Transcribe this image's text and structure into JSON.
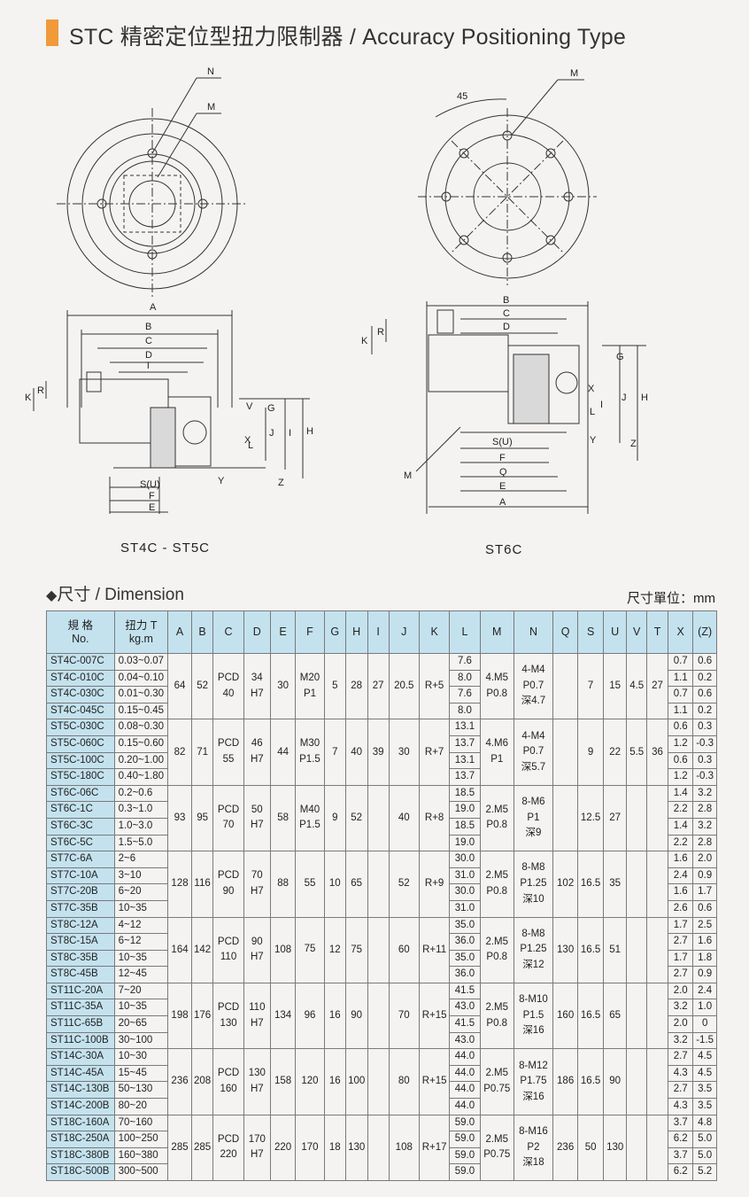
{
  "header": {
    "title": "STC 精密定位型扭力限制器 / Accuracy Positioning Type"
  },
  "drawings": {
    "left_caption": "ST4C - ST5C",
    "right_caption": "ST6C",
    "left_labels": {
      "N": "N",
      "M": "M",
      "A": "A",
      "B": "B",
      "C": "C",
      "D": "D",
      "T": "T",
      "K": "K",
      "R": "R",
      "V": "V",
      "G": "G",
      "H": "H",
      "I": "I",
      "J": "J",
      "L": "L",
      "X": "X",
      "Y": "Y",
      "Z": "Z",
      "SU": "S(U)",
      "F": "F",
      "E": "E"
    },
    "right_labels": {
      "angle": "45",
      "M": "M",
      "B": "B",
      "C": "C",
      "D": "D",
      "K": "K",
      "R": "R",
      "G": "G",
      "H": "H",
      "J": "J",
      "L": "L",
      "I": "I",
      "X": "X",
      "Y": "Y",
      "Z": "Z",
      "SU": "S(U)",
      "F": "F",
      "Q": "Q",
      "E": "E",
      "A": "A",
      "M2": "M"
    }
  },
  "dimension": {
    "section_title": "尺寸 / Dimension",
    "unit": "尺寸單位：mm",
    "headers": {
      "spec": "規 格",
      "no": "No.",
      "torque": "扭力 T",
      "torque_unit": "kg.m",
      "cols": [
        "A",
        "B",
        "C",
        "D",
        "E",
        "F",
        "G",
        "H",
        "I",
        "J",
        "K",
        "L",
        "M",
        "N",
        "Q",
        "S",
        "U",
        "V",
        "T",
        "X",
        "(Z)"
      ]
    },
    "groups": [
      {
        "models": [
          "ST4C-007C",
          "ST4C-010C",
          "ST4C-030C",
          "ST4C-045C"
        ],
        "torques": [
          "0.03~0.07",
          "0.04~0.10",
          "0.01~0.30",
          "0.15~0.45"
        ],
        "A": "64",
        "B": "52",
        "C": [
          "PCD",
          "40"
        ],
        "D": [
          "34",
          "H7"
        ],
        "E": "30",
        "F": [
          "M20",
          "P1"
        ],
        "G": "5",
        "H": "28",
        "I": "27",
        "J": "20.5",
        "K": "R+5",
        "L": [
          "7.6",
          "8.0",
          "7.6",
          "8.0"
        ],
        "M": [
          "4.M5",
          "P0.8"
        ],
        "N": [
          "4-M4",
          "P0.7",
          "深4.7"
        ],
        "Q": "",
        "S": "7",
        "U": "15",
        "V": "4.5",
        "T": "27",
        "X": [
          "0.7",
          "1.1",
          "0.7",
          "1.1"
        ],
        "Z": [
          "0.6",
          "0.2",
          "0.6",
          "0.2"
        ]
      },
      {
        "models": [
          "ST5C-030C",
          "ST5C-060C",
          "ST5C-100C",
          "ST5C-180C"
        ],
        "torques": [
          "0.08~0.30",
          "0.15~0.60",
          "0.20~1.00",
          "0.40~1.80"
        ],
        "A": "82",
        "B": "71",
        "C": [
          "PCD",
          "55"
        ],
        "D": [
          "46",
          "H7"
        ],
        "E": "44",
        "F": [
          "M30",
          "P1.5"
        ],
        "G": "7",
        "H": "40",
        "I": "39",
        "J": "30",
        "K": "R+7",
        "L": [
          "13.1",
          "13.7",
          "13.1",
          "13.7"
        ],
        "M": [
          "4.M6",
          "P1"
        ],
        "N": [
          "4-M4",
          "P0.7",
          "深5.7"
        ],
        "Q": "",
        "S": "9",
        "U": "22",
        "V": "5.5",
        "T": "36",
        "X": [
          "0.6",
          "1.2",
          "0.6",
          "1.2"
        ],
        "Z": [
          "0.3",
          "-0.3",
          "0.3",
          "-0.3"
        ]
      },
      {
        "models": [
          "ST6C-06C",
          "ST6C-1C",
          "ST6C-3C",
          "ST6C-5C"
        ],
        "torques": [
          "0.2~0.6",
          "0.3~1.0",
          "1.0~3.0",
          "1.5~5.0"
        ],
        "A": "93",
        "B": "95",
        "C": [
          "PCD",
          "70"
        ],
        "D": [
          "50",
          "H7"
        ],
        "E": "58",
        "F": [
          "M40",
          "P1.5"
        ],
        "G": "9",
        "H": "52",
        "I": "",
        "J": "40",
        "K": "R+8",
        "L": [
          "18.5",
          "19.0",
          "18.5",
          "19.0"
        ],
        "M": [
          "2.M5",
          "P0.8"
        ],
        "N": [
          "8-M6",
          "P1",
          "深9"
        ],
        "Q": "",
        "S": "12.5",
        "U": "27",
        "V": "",
        "T": "",
        "X": [
          "1.4",
          "2.2",
          "1.4",
          "2.2"
        ],
        "Z": [
          "3.2",
          "2.8",
          "3.2",
          "2.8"
        ]
      },
      {
        "models": [
          "ST7C-6A",
          "ST7C-10A",
          "ST7C-20B",
          "ST7C-35B"
        ],
        "torques": [
          "2~6",
          "3~10",
          "6~20",
          "10~35"
        ],
        "A": "128",
        "B": "116",
        "C": [
          "PCD",
          "90"
        ],
        "D": [
          "70",
          "H7"
        ],
        "E": "88",
        "F": [
          "55"
        ],
        "G": "10",
        "H": "65",
        "I": "",
        "J": "52",
        "K": "R+9",
        "L": [
          "30.0",
          "31.0",
          "30.0",
          "31.0"
        ],
        "M": [
          "2.M5",
          "P0.8"
        ],
        "N": [
          "8-M8",
          "P1.25",
          "深10"
        ],
        "Q": "102",
        "S": "16.5",
        "U": "35",
        "V": "",
        "T": "",
        "X": [
          "1.6",
          "2.4",
          "1.6",
          "2.6"
        ],
        "Z": [
          "2.0",
          "0.9",
          "1.7",
          "0.6"
        ]
      },
      {
        "models": [
          "ST8C-12A",
          "ST8C-15A",
          "ST8C-35B",
          "ST8C-45B"
        ],
        "torques": [
          "4~12",
          "6~12",
          "10~35",
          "12~45"
        ],
        "A": "164",
        "B": "142",
        "C": [
          "PCD",
          "110"
        ],
        "D": [
          "90",
          "H7"
        ],
        "E": "108",
        "F": [
          "75"
        ],
        "G": "12",
        "H": "75",
        "I": "",
        "J": "60",
        "K": "R+11",
        "L": [
          "35.0",
          "36.0",
          "35.0",
          "36.0"
        ],
        "M": [
          "2.M5",
          "P0.8"
        ],
        "N": [
          "8-M8",
          "P1.25",
          "深12"
        ],
        "Q": "130",
        "S": "16.5",
        "U": "51",
        "V": "",
        "T": "",
        "X": [
          "1.7",
          "2.7",
          "1.7",
          "2.7"
        ],
        "Z": [
          "2.5",
          "1.6",
          "1.8",
          "0.9"
        ]
      },
      {
        "models": [
          "ST11C-20A",
          "ST11C-35A",
          "ST11C-65B",
          "ST11C-100B"
        ],
        "torques": [
          "7~20",
          "10~35",
          "20~65",
          "30~100"
        ],
        "A": "198",
        "B": "176",
        "C": [
          "PCD",
          "130"
        ],
        "D": [
          "110",
          "H7"
        ],
        "E": "134",
        "F": [
          "96"
        ],
        "G": "16",
        "H": "90",
        "I": "",
        "J": "70",
        "K": "R+15",
        "L": [
          "41.5",
          "43.0",
          "41.5",
          "43.0"
        ],
        "M": [
          "2.M5",
          "P0.8"
        ],
        "N": [
          "8-M10",
          "P1.5",
          "深16"
        ],
        "Q": "160",
        "S": "16.5",
        "U": "65",
        "V": "",
        "T": "",
        "X": [
          "2.0",
          "3.2",
          "2.0",
          "3.2"
        ],
        "Z": [
          "2.4",
          "1.0",
          "0",
          "-1.5"
        ]
      },
      {
        "models": [
          "ST14C-30A",
          "ST14C-45A",
          "ST14C-130B",
          "ST14C-200B"
        ],
        "torques": [
          "10~30",
          "15~45",
          "50~130",
          "80~20"
        ],
        "A": "236",
        "B": "208",
        "C": [
          "PCD",
          "160"
        ],
        "D": [
          "130",
          "H7"
        ],
        "E": "158",
        "F": [
          "120"
        ],
        "G": "16",
        "H": "100",
        "I": "",
        "J": "80",
        "K": "R+15",
        "L": [
          "44.0",
          "44.0",
          "44.0",
          "44.0"
        ],
        "M": [
          "2.M5",
          "P0.75"
        ],
        "N": [
          "8-M12",
          "P1.75",
          "深16"
        ],
        "Q": "186",
        "S": "16.5",
        "U": "90",
        "V": "",
        "T": "",
        "X": [
          "2.7",
          "4.3",
          "2.7",
          "4.3"
        ],
        "Z": [
          "4.5",
          "4.5",
          "3.5",
          "3.5"
        ]
      },
      {
        "models": [
          "ST18C-160A",
          "ST18C-250A",
          "ST18C-380B",
          "ST18C-500B"
        ],
        "torques": [
          "70~160",
          "100~250",
          "160~380",
          "300~500"
        ],
        "A": "285",
        "B": "285",
        "C": [
          "PCD",
          "220"
        ],
        "D": [
          "170",
          "H7"
        ],
        "E": "220",
        "F": [
          "170"
        ],
        "G": "18",
        "H": "130",
        "I": "",
        "J": "108",
        "K": "R+17",
        "L": [
          "59.0",
          "59.0",
          "59.0",
          "59.0"
        ],
        "M": [
          "2.M5",
          "P0.75"
        ],
        "N": [
          "8-M16",
          "P2",
          "深18"
        ],
        "Q": "236",
        "S": "50",
        "U": "130",
        "V": "",
        "T": "",
        "X": [
          "3.7",
          "6.2",
          "3.7",
          "6.2"
        ],
        "Z": [
          "4.8",
          "5.0",
          "5.0",
          "5.2"
        ]
      }
    ]
  }
}
